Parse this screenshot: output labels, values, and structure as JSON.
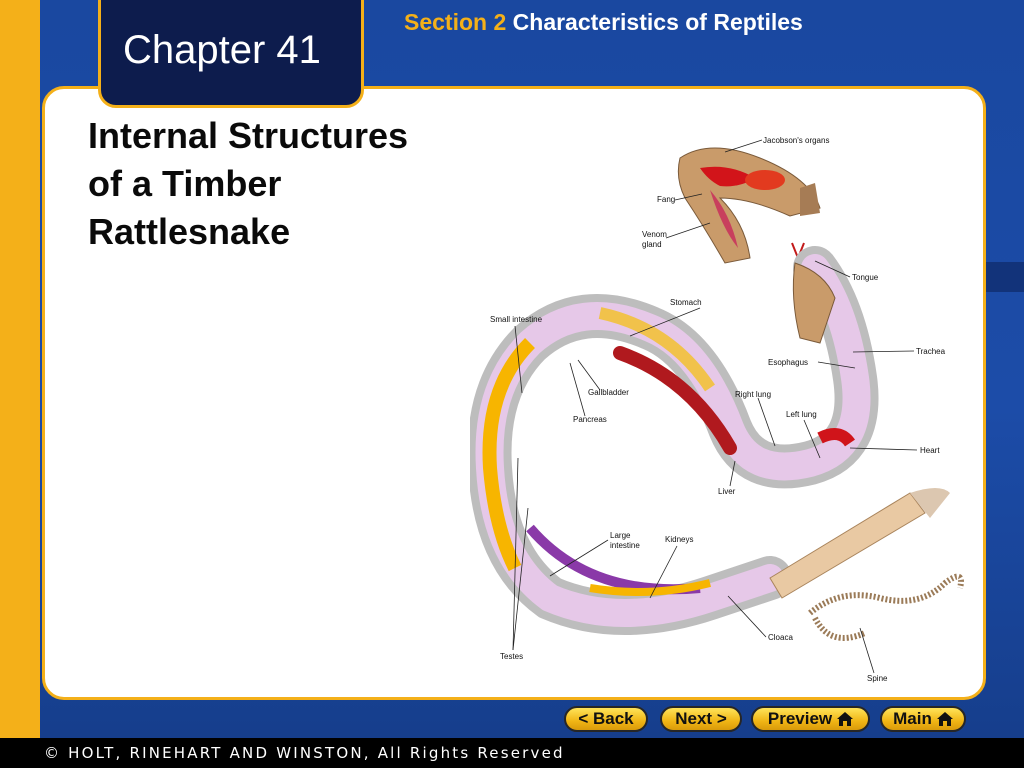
{
  "header": {
    "chapter_label": "Chapter 41",
    "section_prefix": "Section 2",
    "section_title": "Characteristics of Reptiles"
  },
  "slide": {
    "title_line1": "Internal Structures",
    "title_line2": "of a Timber",
    "title_line3": "Rattlesnake"
  },
  "figure": {
    "labels": {
      "jacobsons_organs": "Jacobson's organs",
      "fang": "Fang",
      "venom": "Venom",
      "gland": "gland",
      "tongue": "Tongue",
      "stomach": "Stomach",
      "small_intestine": "Small intestine",
      "trachea": "Trachea",
      "esophagus": "Esophagus",
      "gallbladder": "Gallbladder",
      "right_lung": "Right lung",
      "left_lung": "Left lung",
      "pancreas": "Pancreas",
      "heart": "Heart",
      "liver": "Liver",
      "large": "Large",
      "intestine": "intestine",
      "kidneys": "Kidneys",
      "cloaca": "Cloaca",
      "testes": "Testes",
      "spine": "Spine"
    }
  },
  "nav": {
    "back": "< Back",
    "next": "Next >",
    "preview": "Preview",
    "main": "Main"
  },
  "footer": {
    "copyright": "© HOLT, RINEHART AND WINSTON, All Rights Reserved"
  },
  "colors": {
    "accent_gold": "#f4b019",
    "slide_blue": "#1c4aa0",
    "tab_navy": "#0d1c4d"
  }
}
